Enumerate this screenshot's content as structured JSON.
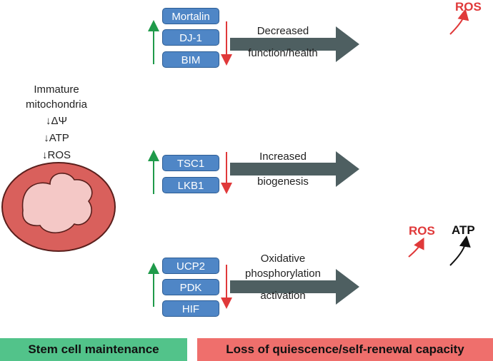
{
  "immature": {
    "title_line1": "Immature",
    "title_line2": "mitochondria",
    "items": [
      "↓ΔΨ",
      "↓ATP",
      "↓ROS"
    ]
  },
  "rows": [
    {
      "genes": [
        "Mortalin",
        "DJ-1",
        "BIM"
      ],
      "arrow_line1": "Decreased",
      "arrow_line2": "function/health",
      "outputs": [
        "ROS"
      ]
    },
    {
      "genes": [
        "TSC1",
        "LKB1"
      ],
      "arrow_line1": "Increased",
      "arrow_line2": "biogenesis"
    },
    {
      "genes": [
        "UCP2",
        "PDK",
        "HIF"
      ],
      "arrow_line1": "Oxidative",
      "arrow_line2": "phosphorylation",
      "arrow_line3": "activation",
      "outputs": [
        "ROS",
        "ATP"
      ]
    }
  ],
  "banners": {
    "left": "Stem cell maintenance",
    "right": "Loss of quiescence/self-renewal capacity"
  },
  "colors": {
    "mito_outer": "#d9605c",
    "mito_inner": "#f4c8c6",
    "gene_box": "#4f86c6",
    "up_arrow": "#1f9a4a",
    "down_arrow": "#e0393a",
    "big_arrow": "#4e5f61",
    "banner_left": "#52c38a",
    "banner_right": "#ef6f6c"
  }
}
